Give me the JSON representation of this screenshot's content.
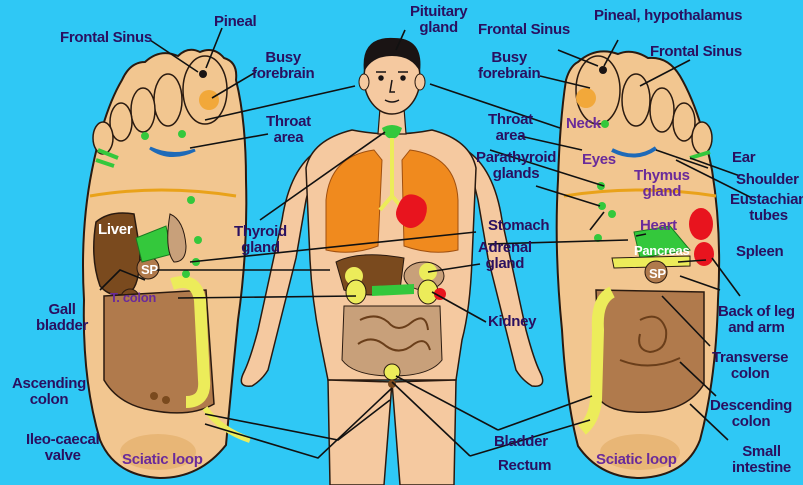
{
  "labels": {
    "frontal_sinus_left": "Frontal Sinus",
    "pineal": "Pineal",
    "busy_forebrain_left": "Busy\nforebrain",
    "throat_area_left": "Throat\narea",
    "liver": "Liver",
    "sp_left": "SP",
    "t_colon": "T. colon",
    "gall_bladder": "Gall\nbladder",
    "ascending_colon": "Ascending\ncolon",
    "ileo_caecal_valve": "Ileo-caecal\nvalve",
    "sciatic_loop_left": "Sciatic loop",
    "pituitary_gland": "Pituitary\ngland",
    "thyroid_gland": "Thyroid\ngland",
    "frontal_sinus_right_top": "Frontal Sinus",
    "busy_forebrain_right": "Busy\nforebrain",
    "pineal_hypothalamus": "Pineal, hypothalamus",
    "frontal_sinus_right": "Frontal Sinus",
    "neck": "Neck",
    "throat_area_right": "Throat\narea",
    "eyes": "Eyes",
    "parathyroid_glands": "Parathyroid\nglands",
    "thymus_gland": "Thymus\ngland",
    "ear": "Ear",
    "shoulder": "Shoulder",
    "eustachian_tubes": "Eustachian\ntubes",
    "stomach": "Stomach",
    "heart": "Heart",
    "pancreas": "Pancreas",
    "spleen": "Spleen",
    "adrenal_gland": "Adrenal\ngland",
    "sp_right": "SP",
    "kidney": "Kidney",
    "back_of_leg_and_arm": "Back of leg\nand arm",
    "transverse_colon": "Transverse\ncolon",
    "descending_colon": "Descending\ncolon",
    "small_intestine": "Small\nintestine",
    "bladder": "Bladder",
    "rectum": "Rectum",
    "sciatic_loop_right": "Sciatic loop"
  },
  "colors": {
    "background": "#2fc8f5",
    "label_text": "#2a1060",
    "foot_skin": "#f2c690",
    "body_skin": "#f5c9a0",
    "hair": "#1a1414",
    "lungs": "#f08a1e",
    "heart": "#e8141e",
    "liver": "#7a4a1e",
    "intestine": "#b07a4c",
    "stomach": "#34c83c",
    "glands": "#ecec5a",
    "pineal_spot": "#f2a83a",
    "leader_line": "#111111"
  }
}
